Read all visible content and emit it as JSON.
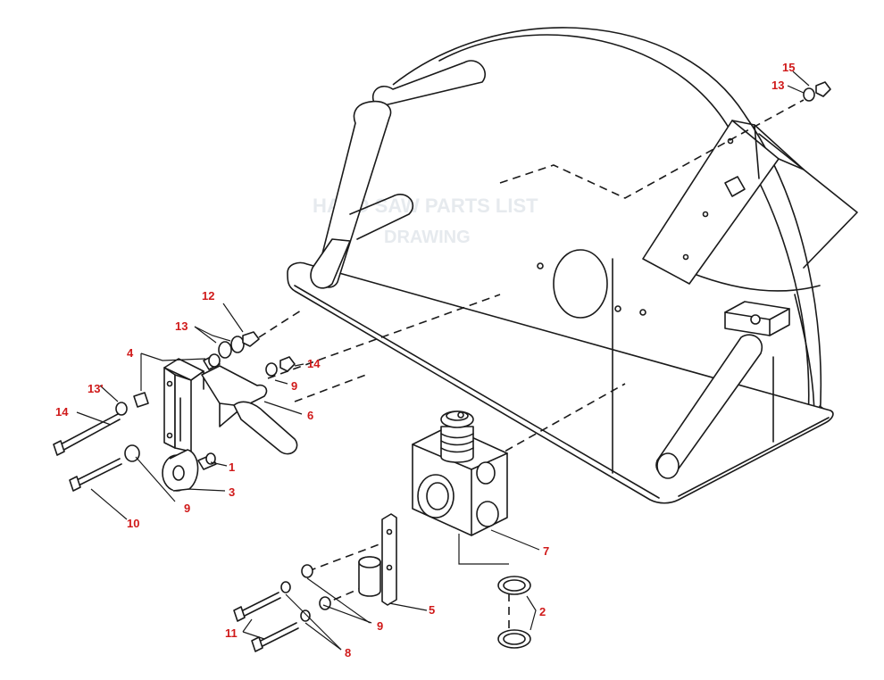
{
  "callouts": {
    "c1": "1",
    "c2": "2",
    "c3": "3",
    "c4": "4",
    "c5": "5",
    "c6": "6",
    "c7": "7",
    "c8": "8",
    "c9a": "9",
    "c9b": "9",
    "c9c": "9",
    "c10": "10",
    "c11": "11",
    "c12": "12",
    "c13a": "13",
    "c13b": "13",
    "c13c": "13'",
    "c14a": "14",
    "c14b": "14",
    "c15": "15"
  },
  "colors": {
    "callout": "#d01a1a",
    "line": "#1a1a1a",
    "background": "#ffffff"
  }
}
